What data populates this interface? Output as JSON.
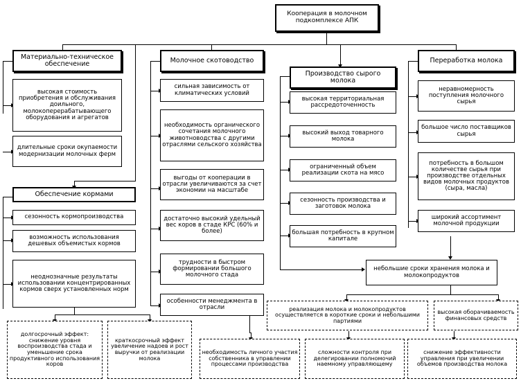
{
  "diagram": {
    "title": "Кооперация в молочном подкомплексе АПК",
    "root": {
      "label": "Кооперация в молочном подкомплексе АПК"
    },
    "branches": [
      {
        "id": "material",
        "header": "Материально-техническое обеспечение",
        "items": [
          "высокая стоимость приобретения и обслуживания доильного, молокоперерабатывающего оборудования и агрегатов",
          "длительные сроки окупаемости модернизации молочных ферм"
        ]
      },
      {
        "id": "feed",
        "header": "Обеспечение кормами",
        "items": [
          "сезонность кормопроизводства",
          "возможность использования дешевых объемистых кормов",
          "неоднозначные результаты использовании концентрированных кормов сверх установленных норм"
        ]
      },
      {
        "id": "dairy-cattle",
        "header": "Молочное скотоводство",
        "items": [
          "сильная зависимость от климатических условий",
          "необходимость органического сочетания молочного животноводства с другими отраслями сельского хозяйства",
          "выгоды от кооперации в отрасли увеличиваются за счет экономии на масштабе",
          "достаточно высокий удельный вес коров в стаде КРС (60% и более)",
          "трудности в быстром формировании большого молочного стада",
          "особенности менеджмента в отрасли"
        ]
      },
      {
        "id": "raw-milk",
        "header": "Производство сырого молока",
        "items": [
          "высокая территориальная рассредоточенность",
          "высокий выход товарного молока",
          "ограниченный объем реализации скота на мясо",
          "сезонность производства и заготовок молока",
          "большая потребность в крупном капитале"
        ]
      },
      {
        "id": "processing",
        "header": "Переработка молока",
        "items": [
          "неравномерность поступления молочного сырья",
          "большое число поставщиков сырья",
          "потребность в большом количестве сырья при производстве отдельных видов молочных продуктов (сыра, масла)",
          "широкий ассортимент молочной продукции"
        ]
      }
    ],
    "effects": [
      "долгосрочный эффект: снижение уровня воспроизводства стада и уменьшение срока продуктивного использования коров",
      "краткосрочный эффект увеличение надоев и рост выручки от реализации молока"
    ],
    "shelf_life": "небольшие сроки хранения молока и молокопродуктов",
    "consequences": [
      "реализация молока и молокопродуктов осуществляется в короткие сроки и небольшими партиями",
      "высокая оборачиваемость финансовых средств",
      "необходимость личного участия собственника в управлении процессами производства",
      "сложности контроля при делегировании полномочий наемному управляющему",
      "снижение эффективности управления при увеличении объемов производства молока"
    ]
  }
}
